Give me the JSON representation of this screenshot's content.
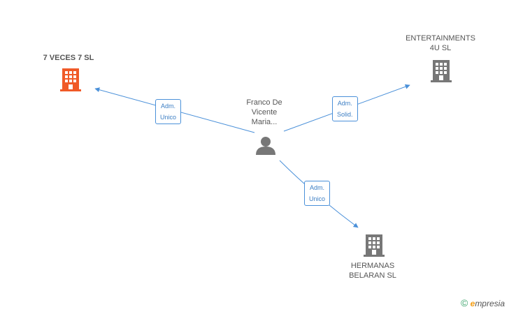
{
  "nodes": {
    "company_1": {
      "label": "7 VECES 7 SL",
      "color": "#f05a28"
    },
    "company_2": {
      "label": "ENTERTAINMENTS\n4U  SL",
      "color": "#777777"
    },
    "company_3": {
      "label": "HERMANAS\nBELARAN SL",
      "color": "#777777"
    },
    "person": {
      "label": "Franco De\nVicente\nMaria...",
      "color": "#777777"
    }
  },
  "edges": {
    "e1": {
      "label": "Adm.\nUnico"
    },
    "e2": {
      "label": "Adm.\nSolid."
    },
    "e3": {
      "label": "Adm.\nUnico"
    }
  },
  "colors": {
    "edge": "#4a90d9"
  },
  "brand": {
    "copyright": "©",
    "e": "e",
    "rest": "mpresia"
  }
}
